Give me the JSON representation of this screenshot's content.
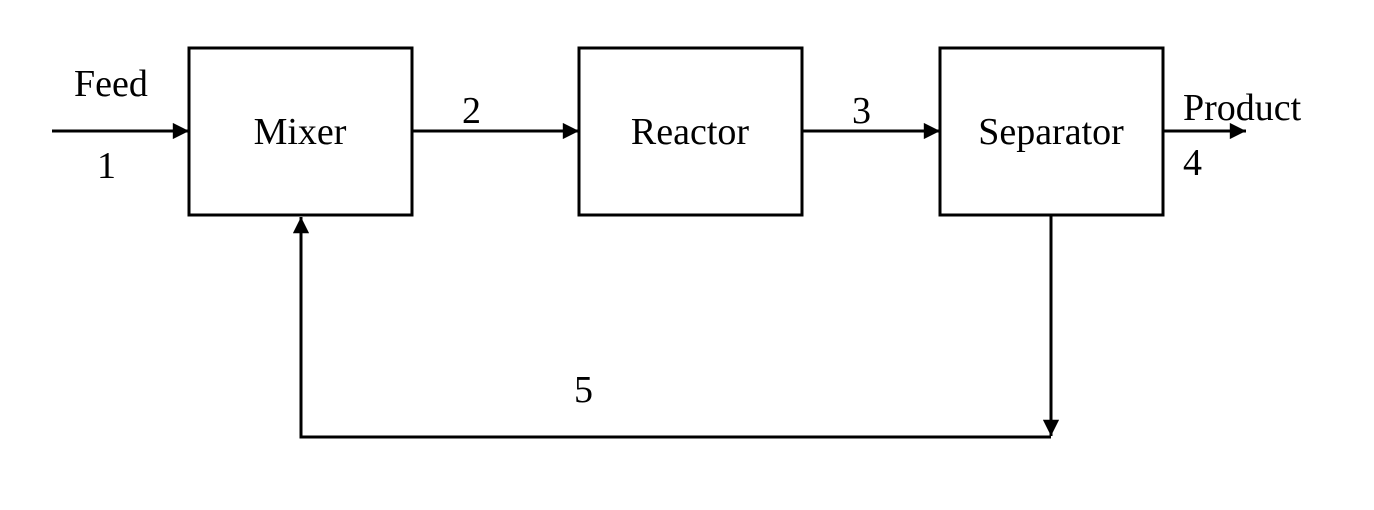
{
  "diagram": {
    "type": "process-flowsheet",
    "colors": {
      "line": "#000000",
      "background": "#ffffff",
      "box_fill": "#ffffff"
    },
    "units": [
      {
        "id": "mixer",
        "label": "Mixer"
      },
      {
        "id": "reactor",
        "label": "Reactor"
      },
      {
        "id": "separator",
        "label": "Separator"
      }
    ],
    "streams": [
      {
        "number": "1",
        "name": "Feed",
        "from": "feed-inlet",
        "to": "mixer"
      },
      {
        "number": "2",
        "name": "",
        "from": "mixer",
        "to": "reactor"
      },
      {
        "number": "3",
        "name": "",
        "from": "reactor",
        "to": "separator"
      },
      {
        "number": "4",
        "name": "Product",
        "from": "separator",
        "to": "product-outlet"
      },
      {
        "number": "5",
        "name": "",
        "from": "separator",
        "to": "mixer",
        "kind": "recycle"
      }
    ]
  }
}
